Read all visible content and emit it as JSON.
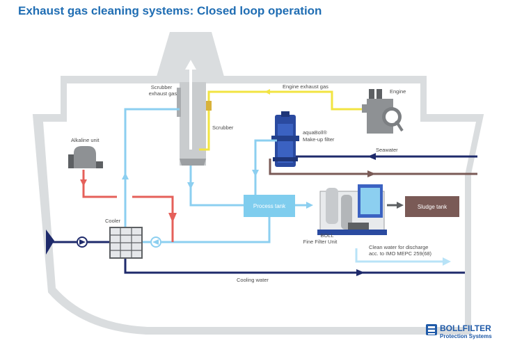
{
  "title": "Exhaust gas cleaning systems: Closed loop operation",
  "labels": {
    "scrubber_exhaust": [
      "Scrubber",
      "exhaust gas"
    ],
    "engine_exhaust": "Engine exhaust gas",
    "engine": "Engine",
    "scrubber": "Scrubber",
    "aquaboll": [
      "aquaBoll®",
      "Make-up filter"
    ],
    "alkaline": "Alkaline unit",
    "seawater": "Seawater",
    "cooler": "Cooler",
    "process_tank": "Process tank",
    "sludge_tank": "Sludge tank",
    "fine_filter": [
      "BOLL",
      "Fine Filter Unit"
    ],
    "clean_water": [
      "Clean water for discharge",
      "acc. to IMO MEPC 259(68)"
    ],
    "cooling_water": "Cooling water"
  },
  "brand": {
    "name": "BOLLFILTER",
    "tagline": "Protection Systems"
  },
  "colors": {
    "hull": "#dadddf",
    "exhaust": "#f2e442",
    "light_blue": "#8ccff0",
    "dark_blue": "#1e2a6b",
    "red": "#e5605a",
    "brown": "#7a5a56",
    "process_tank": "#7fcdee",
    "brand_blue": "#1f5aa8"
  }
}
